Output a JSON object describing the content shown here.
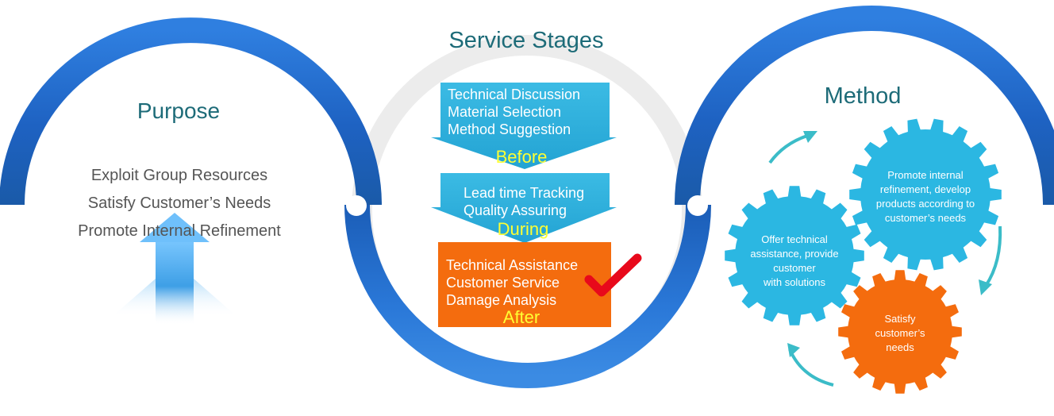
{
  "purpose": {
    "title": "Purpose",
    "items": [
      "Exploit Group Resources",
      "Satisfy Customer’s Needs",
      "Promote Internal Refinement"
    ]
  },
  "service": {
    "title": "Service Stages",
    "before": {
      "lines": [
        "Technical Discussion",
        "Material Selection",
        "Method Suggestion"
      ],
      "label": "Before"
    },
    "during": {
      "lines": [
        "Lead time Tracking",
        "Quality Assuring"
      ],
      "label": "During"
    },
    "after": {
      "lines": [
        "Technical Assistance",
        "Customer Service",
        "Damage Analysis"
      ],
      "label": "After"
    }
  },
  "method": {
    "title": "Method",
    "gear_top": [
      "Promote internal",
      "refinement, develop",
      "products according to",
      "customer’s needs"
    ],
    "gear_left": [
      "Offer technical",
      "assistance, provide",
      "customer",
      "with solutions"
    ],
    "gear_bottom": [
      "Satisfy",
      "customer’s",
      "needs"
    ]
  },
  "colors": {
    "blue_dark": "#1f5fb8",
    "blue_light": "#3f8ce6",
    "teal_title": "#1d6b78",
    "box_blue": "#2fb0dc",
    "orange": "#f46c0e",
    "yellow_label": "#ffff33",
    "gear_blue": "#2bb7e2",
    "check_red": "#e8091b"
  }
}
